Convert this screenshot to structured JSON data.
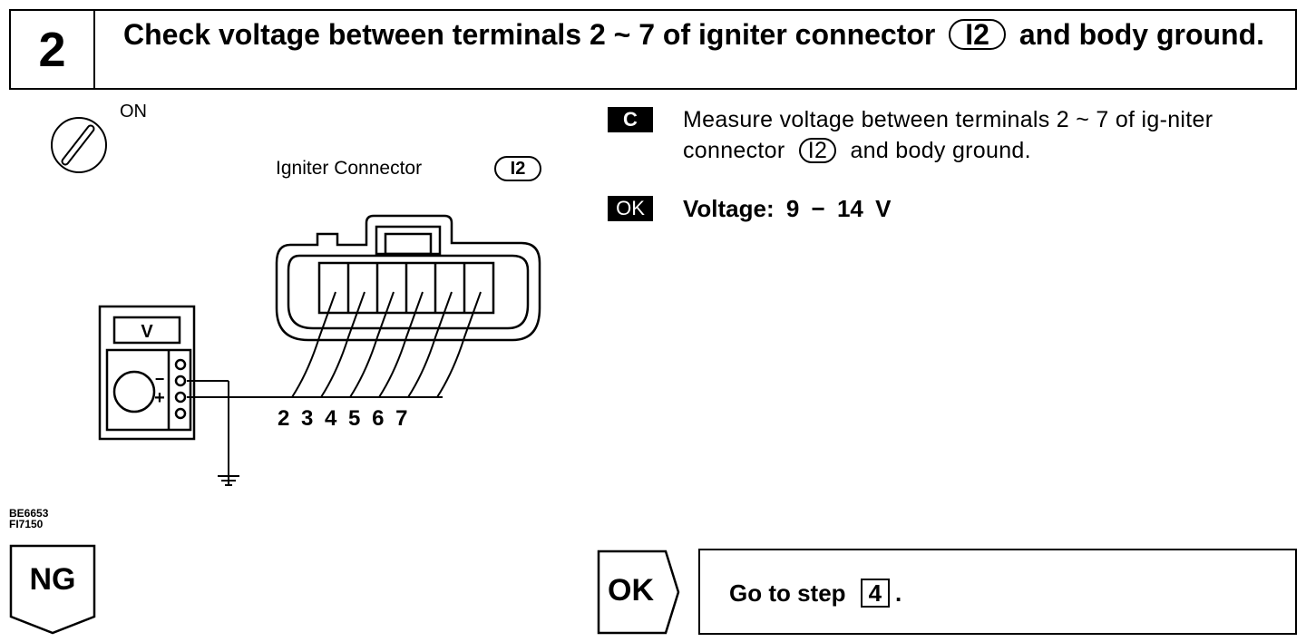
{
  "header": {
    "step_number": "2",
    "title_part1": "Check voltage between terminals 2 ~ 7 of igniter connector",
    "connector_code": "I2",
    "title_part2": "and body ground."
  },
  "figure": {
    "ignition_label": "ON",
    "connector_label": "Igniter Connector",
    "connector_code": "I2",
    "meter_label": "V",
    "meter_minus": "−",
    "meter_plus": "+",
    "pin_numbers": "2 3 4 5 6 7",
    "figure_codes": [
      "BE6653",
      "FI7150"
    ]
  },
  "instructions": {
    "c_tag": "C",
    "measure_part1": "Measure voltage between terminals 2 ~ 7 of ig-niter connector",
    "measure_code": "I2",
    "measure_part2": "and body ground.",
    "ok_tag": "OK",
    "voltage_spec": "Voltage:  9 − 14 V"
  },
  "results": {
    "ng_label": "NG",
    "ok_label": "OK",
    "go_to_text": "Go to step",
    "go_to_step": "4",
    "go_to_end": "."
  }
}
